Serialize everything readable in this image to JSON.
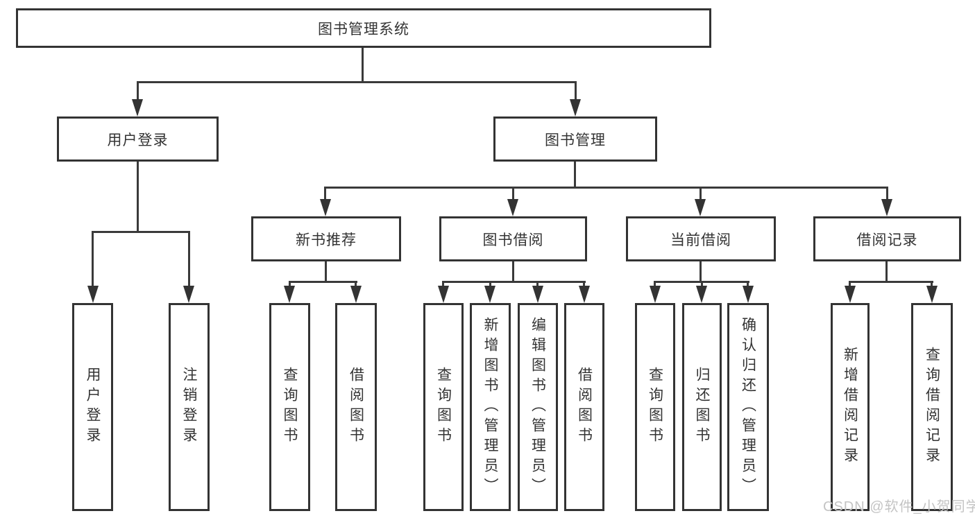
{
  "diagram": {
    "root": {
      "label": "图书管理系统"
    },
    "level2": [
      {
        "label": "用户登录"
      },
      {
        "label": "图书管理"
      }
    ],
    "level3": [
      {
        "label": "新书推荐"
      },
      {
        "label": "图书借阅"
      },
      {
        "label": "当前借阅"
      },
      {
        "label": "借阅记录"
      }
    ],
    "leaves": [
      {
        "label": "用户登录"
      },
      {
        "label": "注销登录"
      },
      {
        "label": "查询图书"
      },
      {
        "label": "借阅图书"
      },
      {
        "label": "查询图书"
      },
      {
        "label": "新增图书（管理员）"
      },
      {
        "label": "编辑图书（管理员）"
      },
      {
        "label": "借阅图书"
      },
      {
        "label": "查询图书"
      },
      {
        "label": "归还图书"
      },
      {
        "label": "确认归还（管理员）"
      },
      {
        "label": "新增借阅记录"
      },
      {
        "label": "查询借阅记录"
      }
    ]
  },
  "watermark": {
    "text": "CSDN @软件_小贺同学"
  },
  "colors": {
    "line": "#3a3a3a",
    "box_border": "#333333",
    "text": "#333333",
    "watermark": "#c4c4c4",
    "background": "#ffffff"
  }
}
